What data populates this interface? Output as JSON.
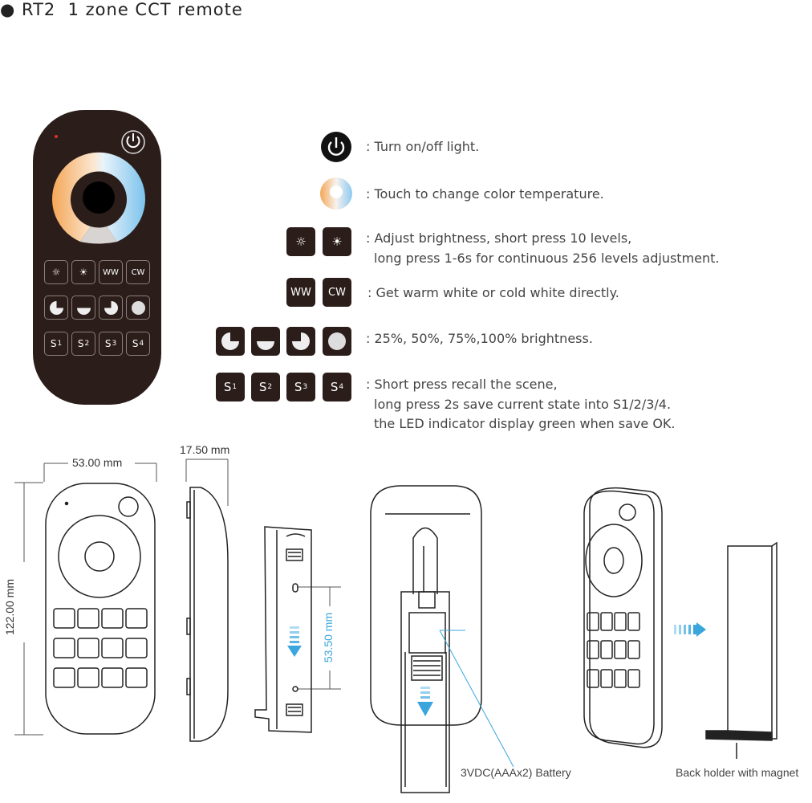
{
  "title": "RT2  1 zone CCT remote",
  "legend": {
    "power": ": Turn on/off light.",
    "color_temp": ": Touch to change color temperature.",
    "brightness_1": ": Adjust brightness, short press 10 levels,",
    "brightness_2": "long press 1-6s for continuous 256 levels adjustment.",
    "wwcw": ": Get warm white or cold white directly.",
    "levels": ": 25%, 50%, 75%,100% brightness.",
    "scene_1": ": Short press recall the scene,",
    "scene_2": "long press 2s save current state into S1/2/3/4.",
    "scene_3": "the LED indicator display green when save OK."
  },
  "keys": {
    "ww": "WW",
    "cw": "CW",
    "s": "S",
    "s1": "1",
    "s2": "2",
    "s3": "3",
    "s4": "4"
  },
  "dimensions": {
    "width": "53.00 mm",
    "thickness": "17.50 mm",
    "height": "122.00 mm",
    "spacing": "53.50 mm"
  },
  "captions": {
    "battery": "3VDC(AAAx2) Battery",
    "holder": "Back holder with magnet"
  },
  "colors": {
    "remote_body": "#2b1d1a",
    "warm": "#f5b26a",
    "cold": "#8fcbee",
    "arrow": "#3aa6dd"
  }
}
